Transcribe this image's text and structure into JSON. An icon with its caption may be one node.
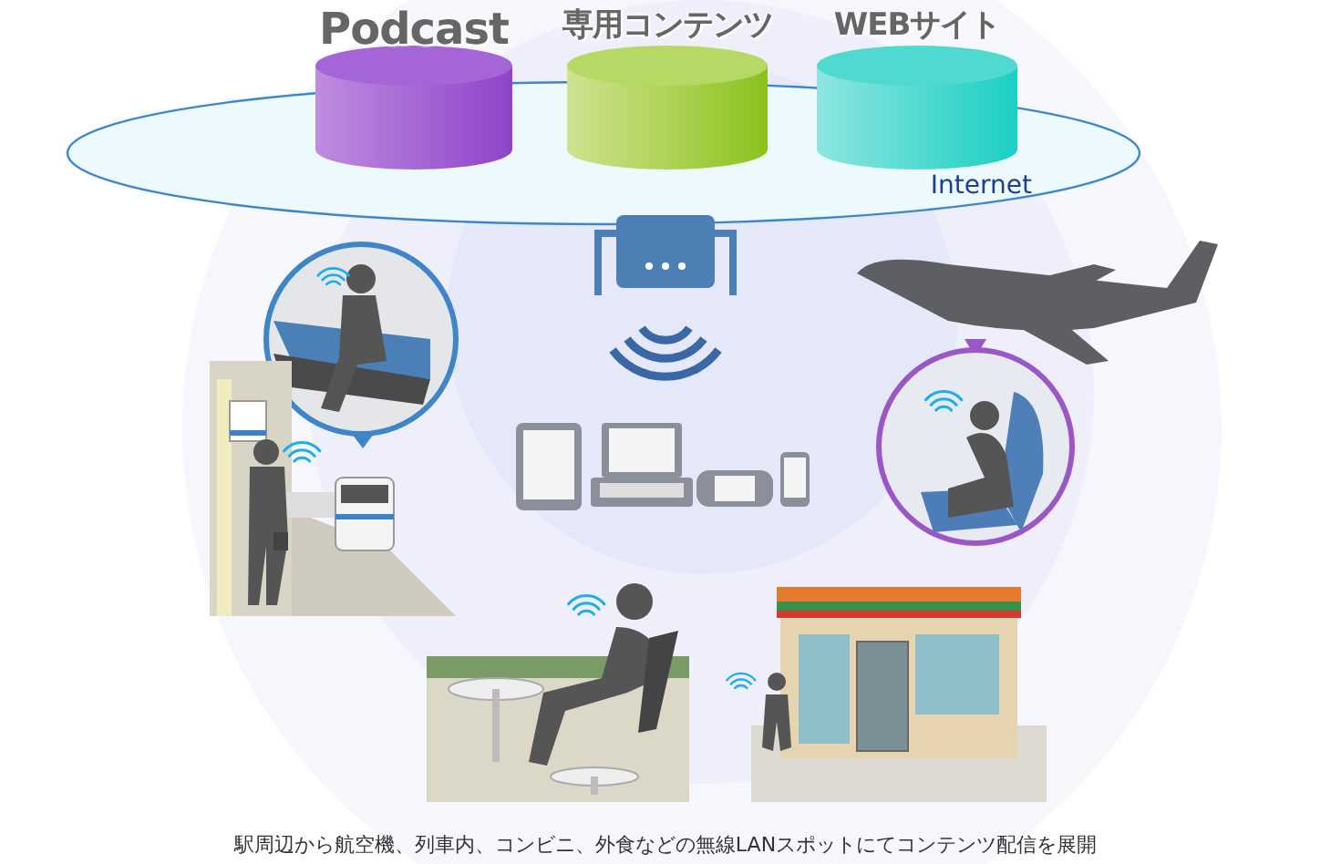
{
  "diagram": {
    "caption": "駅周辺から航空機、列車内、コンビニ、外食などの無線LANスポットにてコンテンツ配信を展開",
    "nodes": [
      {
        "text": [
          "Podcast"
        ]
      },
      {
        "text": [
          "専用コンテンツ"
        ]
      },
      {
        "text": [
          "WEBサイト"
        ]
      },
      {
        "text": [
          "Internet"
        ]
      }
    ]
  }
}
